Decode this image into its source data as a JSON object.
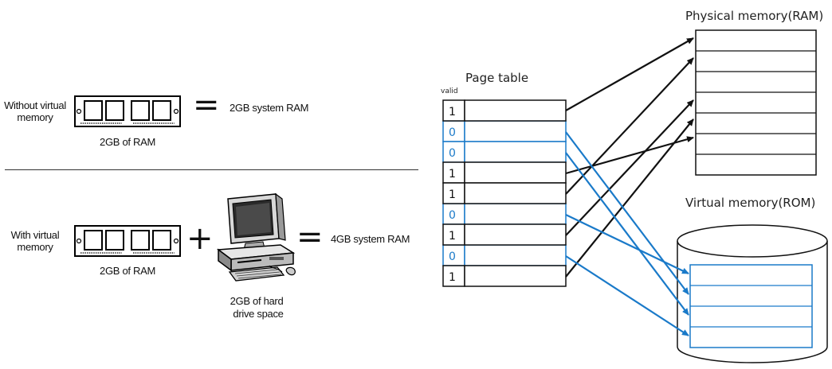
{
  "left": {
    "without": {
      "caption": "Without virtual memory",
      "ram_caption": "2GB of RAM",
      "equals": "=",
      "result": "2GB system RAM"
    },
    "with": {
      "caption": "With virtual memory",
      "ram_caption": "2GB of RAM",
      "plus": "+",
      "equals": "=",
      "result": "4GB system RAM",
      "disk_caption_1": "2GB of hard",
      "disk_caption_2": "drive space"
    }
  },
  "right": {
    "page_table_title": "Page table",
    "valid_label": "valid",
    "page_table": [
      "1",
      "0",
      "0",
      "1",
      "1",
      "0",
      "1",
      "0",
      "1"
    ],
    "physical_title": "Physical memory(RAM)",
    "virtual_title": "Virtual memory(ROM)",
    "colors": {
      "valid": "#111111",
      "invalid": "#1a7ac9"
    }
  }
}
